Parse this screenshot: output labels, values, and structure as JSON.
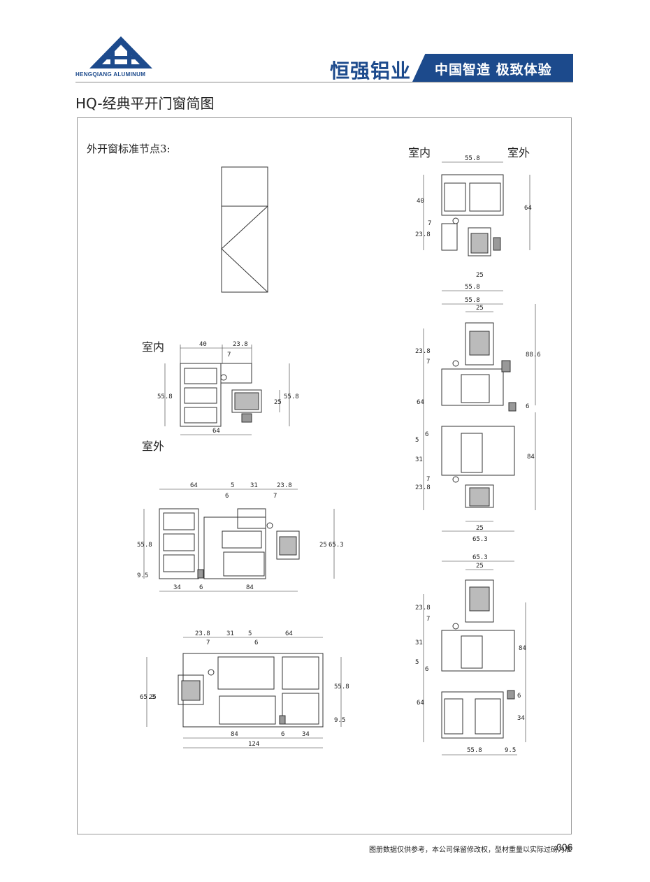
{
  "header": {
    "logo_text": "HENGQIANG ALUMINUM",
    "brand": "恒强铝业",
    "slogan": "中国智造 极致体验",
    "brand_color": "#1c4a8c"
  },
  "page_title": "HQ-经典平开门窗简图",
  "section_label": "外开窗标准节点3:",
  "labels": {
    "indoor_a": "室内",
    "outdoor_a": "室外",
    "indoor_b": "室内",
    "outdoor_b": "室外"
  },
  "footer": {
    "note": "图册数据仅供参考，本公司保留修改权，型材重量以实际过磅为准",
    "page": "006"
  },
  "dims": {
    "d558": "55.8",
    "d40": "40",
    "d238": "23.8",
    "d7": "7",
    "d25": "25",
    "d64": "64",
    "d5": "5",
    "d31": "31",
    "d6": "6",
    "d84": "84",
    "d653": "65.3",
    "d95": "9.5",
    "d34": "34",
    "d124": "124",
    "d886": "88.6"
  }
}
